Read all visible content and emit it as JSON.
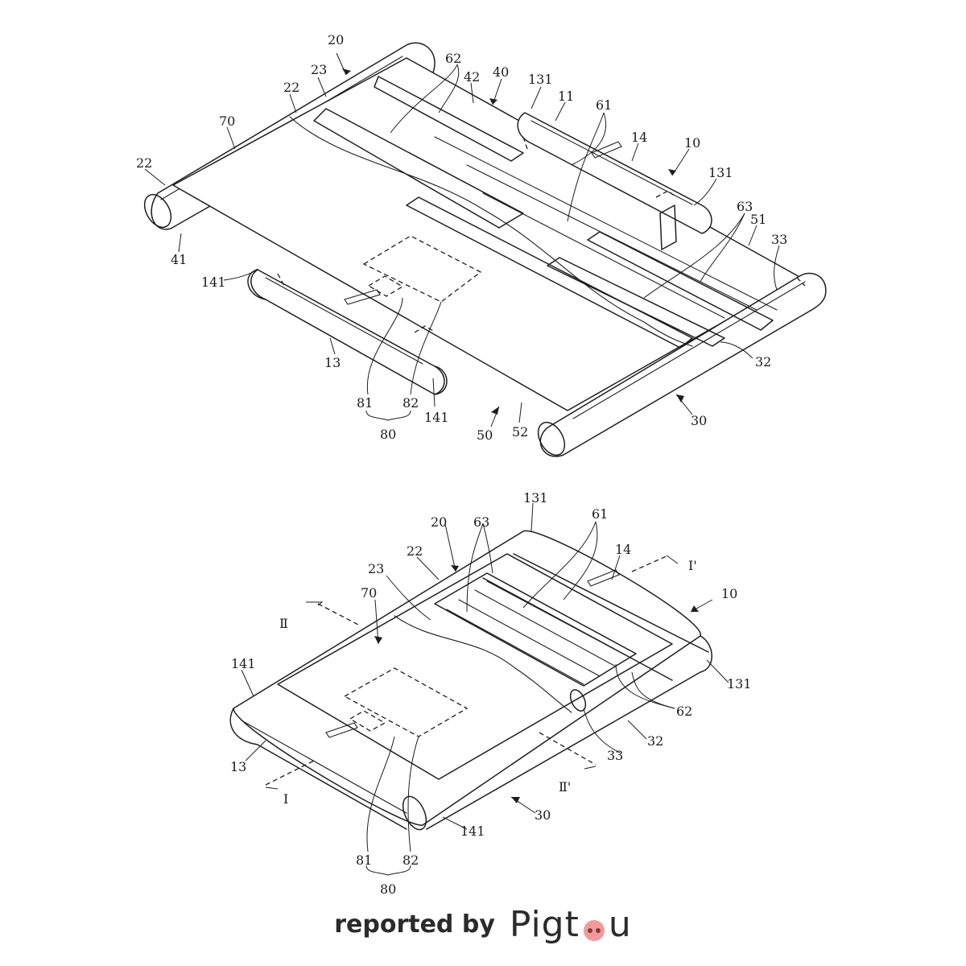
{
  "figure_top": {
    "labels": [
      "20",
      "23",
      "22",
      "62",
      "42",
      "40",
      "131",
      "11",
      "61",
      "14",
      "10",
      "70",
      "22",
      "131",
      "63",
      "51",
      "33",
      "41",
      "141",
      "13",
      "81",
      "82",
      "141",
      "80",
      "50",
      "52",
      "30",
      "32"
    ]
  },
  "figure_bottom": {
    "labels": [
      "131",
      "61",
      "20",
      "63",
      "22",
      "14",
      "23",
      "10",
      "70",
      "Ⅱ",
      "Ⅰ'",
      "141",
      "131",
      "62",
      "32",
      "33",
      "13",
      "Ⅱ'",
      "Ⅰ",
      "30",
      "141",
      "81",
      "82",
      "80"
    ]
  },
  "footer": {
    "prefix": "reported by",
    "brand_left": "Pigt",
    "brand_right": "u"
  },
  "colors": {
    "line": "#1e1e1e",
    "brand_pink": "#f29a9a"
  }
}
